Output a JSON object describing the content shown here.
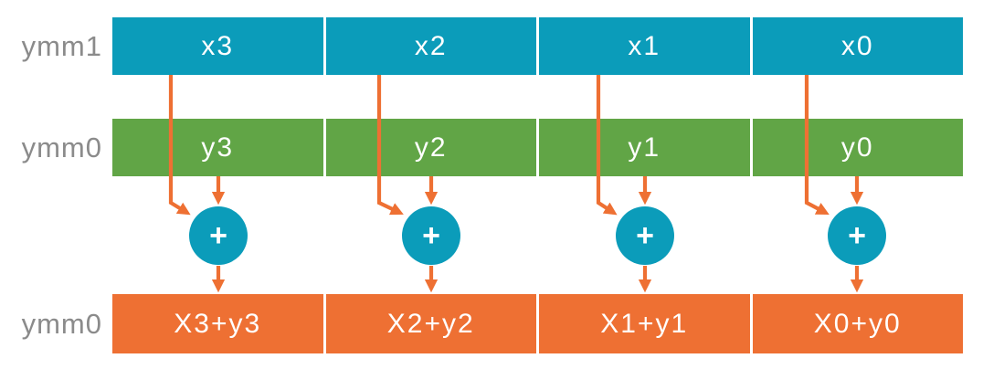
{
  "colors": {
    "teal": "#0B9CBA",
    "green": "#61A546",
    "orange": "#EE7033",
    "label_gray": "#8B8B8B",
    "cell_text": "#FFFFFF"
  },
  "rows": {
    "ymm1": {
      "label": "ymm1",
      "cells": [
        "x3",
        "x2",
        "x1",
        "x0"
      ]
    },
    "ymm0_src": {
      "label": "ymm0",
      "cells": [
        "y3",
        "y2",
        "y1",
        "y0"
      ]
    },
    "ymm0_result": {
      "label": "ymm0",
      "cells": [
        "X3+y3",
        "X2+y2",
        "X1+y1",
        "X0+y0"
      ]
    }
  },
  "operator": {
    "symbol": "+"
  }
}
